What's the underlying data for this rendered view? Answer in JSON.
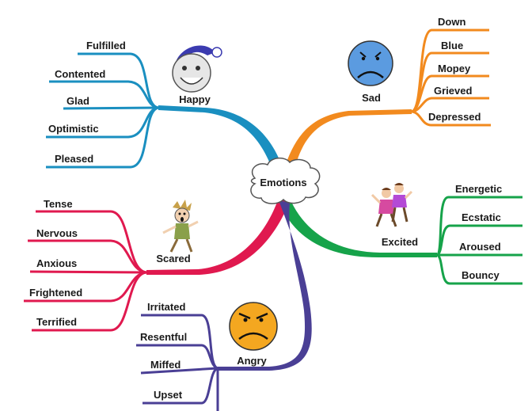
{
  "center": {
    "label": "Emotions"
  },
  "branches": {
    "happy": {
      "label": "Happy",
      "color": "#1a8fc0",
      "leaves": [
        "Fulfilled",
        "Contented",
        "Glad",
        "Optimistic",
        "Pleased"
      ]
    },
    "sad": {
      "label": "Sad",
      "color": "#f28a1e",
      "leaves": [
        "Down",
        "Blue",
        "Mopey",
        "Grieved",
        "Depressed"
      ]
    },
    "excited": {
      "label": "Excited",
      "color": "#16a34a",
      "leaves": [
        "Energetic",
        "Ecstatic",
        "Aroused",
        "Bouncy"
      ]
    },
    "scared": {
      "label": "Scared",
      "color": "#e0194f",
      "leaves": [
        "Tense",
        "Nervous",
        "Anxious",
        "Frightened",
        "Terrified"
      ]
    },
    "angry": {
      "label": "Angry",
      "color": "#4a3f95",
      "leaves": [
        "Irritated",
        "Resentful",
        "Miffed",
        "Upset"
      ]
    }
  },
  "icons": [
    "happy-moon-icon",
    "sad-face-icon",
    "excited-kids-icon",
    "scared-person-icon",
    "angry-face-icon"
  ]
}
